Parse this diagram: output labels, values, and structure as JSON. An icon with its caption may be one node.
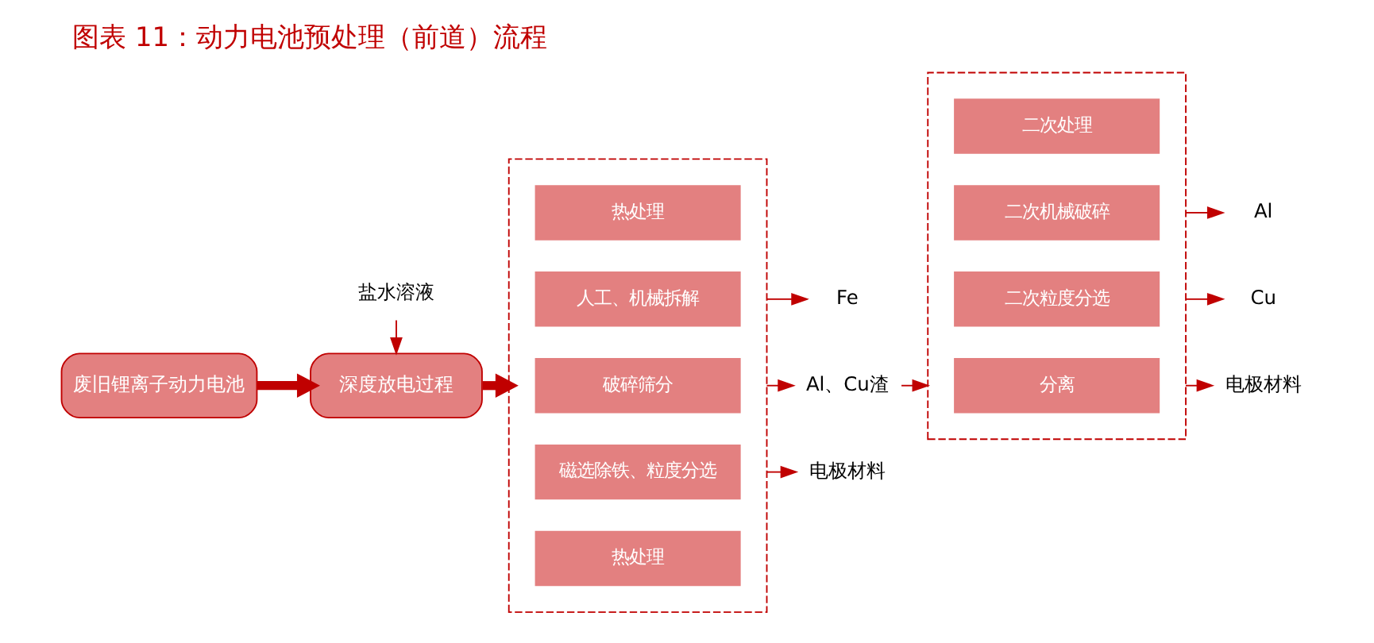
{
  "diagram": {
    "title": "图表 11：动力电池预处理（前道）流程",
    "nodes": [
      {
        "text": [
          "废旧锂离子动力电池"
        ]
      },
      {
        "text": [
          "深度放电过程"
        ]
      },
      {
        "text": [
          "盐水溶液"
        ]
      },
      {
        "text": [],
        "shape": "box"
      },
      {
        "text": [
          "热处理"
        ],
        "in": 3
      },
      {
        "text": [
          "人工、机械拆解"
        ],
        "in": 3
      },
      {
        "text": [
          "破碎筛分"
        ],
        "in": 3
      },
      {
        "text": [
          "磁选除铁、粒度分选"
        ],
        "in": 3
      },
      {
        "text": [
          "热处理"
        ],
        "in": 3
      },
      {
        "text": [
          "Fe"
        ]
      },
      {
        "text": [
          "Al、Cu渣"
        ]
      },
      {
        "text": [
          "电极材料"
        ]
      },
      {
        "text": [],
        "shape": "box"
      },
      {
        "text": [
          "二次机械破碎"
        ],
        "in": 12
      },
      {
        "text": [
          "二次粒度分选"
        ],
        "in": 12
      },
      {
        "text": [
          "分离"
        ],
        "in": 12
      },
      {
        "text": [
          "二次处理"
        ],
        "in": 12
      },
      {
        "text": [
          "Al"
        ]
      },
      {
        "text": [
          "Cu"
        ]
      },
      {
        "text": [
          "电极材料"
        ]
      }
    ],
    "edges": [
      {
        "from": 2,
        "to": 1,
        "arrow": "to"
      },
      {
        "from": 0,
        "to": 1,
        "arrow": "to",
        "style": "thick"
      },
      {
        "from": 1,
        "to": 3,
        "arrow": "to",
        "style": "thick"
      },
      {
        "from": 3,
        "to": 9,
        "arrow": "to"
      },
      {
        "from": 3,
        "to": 10,
        "arrow": "to"
      },
      {
        "from": 3,
        "to": 11,
        "arrow": "to"
      },
      {
        "from": 10,
        "to": 12,
        "arrow": "to"
      },
      {
        "from": 12,
        "to": 17,
        "arrow": "to"
      },
      {
        "from": 12,
        "to": 18,
        "arrow": "to"
      },
      {
        "from": 12,
        "to": 19,
        "arrow": "to"
      }
    ]
  }
}
